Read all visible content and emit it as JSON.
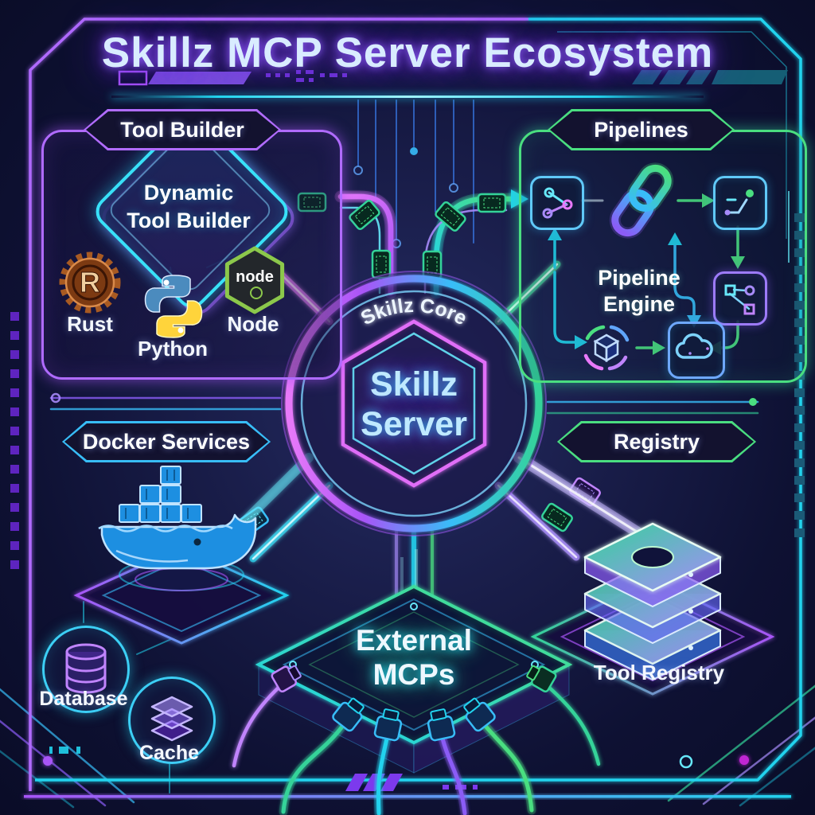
{
  "title": "Skillz MCP Server Ecosystem",
  "colors": {
    "background": "#0e1133",
    "frame_purple": "#b06bff",
    "frame_cyan": "#22d3ee",
    "panel_tool_builder_border": "#b06bff",
    "panel_pipelines_border": "#4ade80",
    "header_docker_border": "#38bdf8",
    "header_registry_border": "#4ade80",
    "accent_magenta": "#e879f9",
    "accent_green": "#34d399",
    "accent_cyan": "#22d3ee",
    "title_text": "#d9ecff",
    "title_glow": "#7c3aed",
    "label_text": "#f4f8ff"
  },
  "center": {
    "arc_label": "Skillz Core",
    "server_line1": "Skillz",
    "server_line2": "Server"
  },
  "tool_builder": {
    "header": "Tool Builder",
    "diamond_line1": "Dynamic",
    "diamond_line2": "Tool Builder",
    "rust_label": "Rust",
    "rust_letter": "R",
    "python_label": "Python",
    "node_label": "Node",
    "node_logo_text": "node"
  },
  "pipelines": {
    "header": "Pipelines",
    "engine_line1": "Pipeline",
    "engine_line2": "Engine"
  },
  "docker": {
    "header": "Docker Services",
    "database_label": "Database",
    "cache_label": "Cache"
  },
  "registry": {
    "header": "Registry",
    "caption": "Tool Registry"
  },
  "external": {
    "line1": "External",
    "line2": "MCPs"
  }
}
